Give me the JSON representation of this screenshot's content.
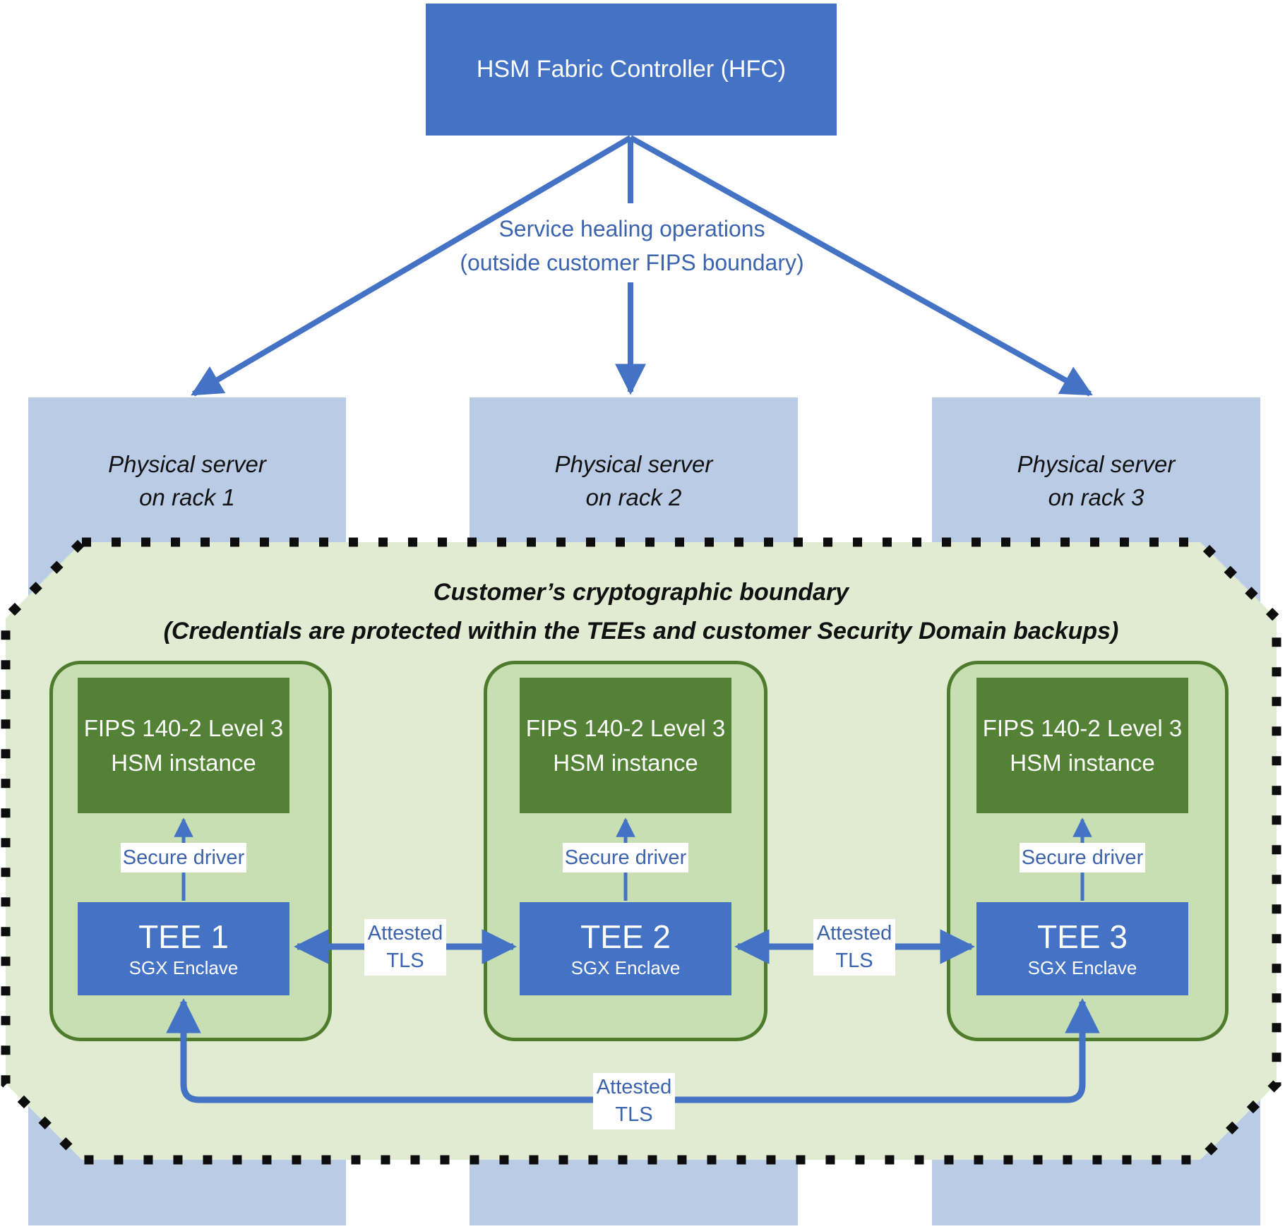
{
  "hfc": {
    "label": "HSM Fabric Controller (HFC)"
  },
  "healing_label": {
    "line1": "Service healing operations",
    "line2": "(outside customer FIPS boundary)"
  },
  "servers": [
    {
      "line1": "Physical server",
      "line2": "on rack 1"
    },
    {
      "line1": "Physical server",
      "line2": "on rack 2"
    },
    {
      "line1": "Physical server",
      "line2": "on rack 3"
    }
  ],
  "boundary": {
    "title_line1": "Customer’s cryptographic boundary",
    "title_line2": "(Credentials are protected within the TEEs and customer Security Domain backups)"
  },
  "groups": [
    {
      "hsm_line1": "FIPS 140-2 Level 3",
      "hsm_line2": "HSM instance",
      "driver_label": "Secure driver",
      "tee_title": "TEE 1",
      "tee_subtitle": "SGX Enclave"
    },
    {
      "hsm_line1": "FIPS 140-2 Level 3",
      "hsm_line2": "HSM instance",
      "driver_label": "Secure driver",
      "tee_title": "TEE 2",
      "tee_subtitle": "SGX Enclave"
    },
    {
      "hsm_line1": "FIPS 140-2 Level 3",
      "hsm_line2": "HSM instance",
      "driver_label": "Secure driver",
      "tee_title": "TEE 3",
      "tee_subtitle": "SGX Enclave"
    }
  ],
  "tls_labels": [
    {
      "line1": "Attested",
      "line2": "TLS"
    },
    {
      "line1": "Attested",
      "line2": "TLS"
    },
    {
      "line1": "Attested",
      "line2": "TLS"
    }
  ],
  "colors": {
    "blue": "#4472C4",
    "blue-text": "#3C63AE",
    "col-blue": "#B9CBE5",
    "bg-green": "#E0EBD2",
    "group-green": "#C7DFB2",
    "green-border": "#4E7B2C",
    "dark-green": "#538135",
    "dot-black": "#0d0d0d"
  }
}
